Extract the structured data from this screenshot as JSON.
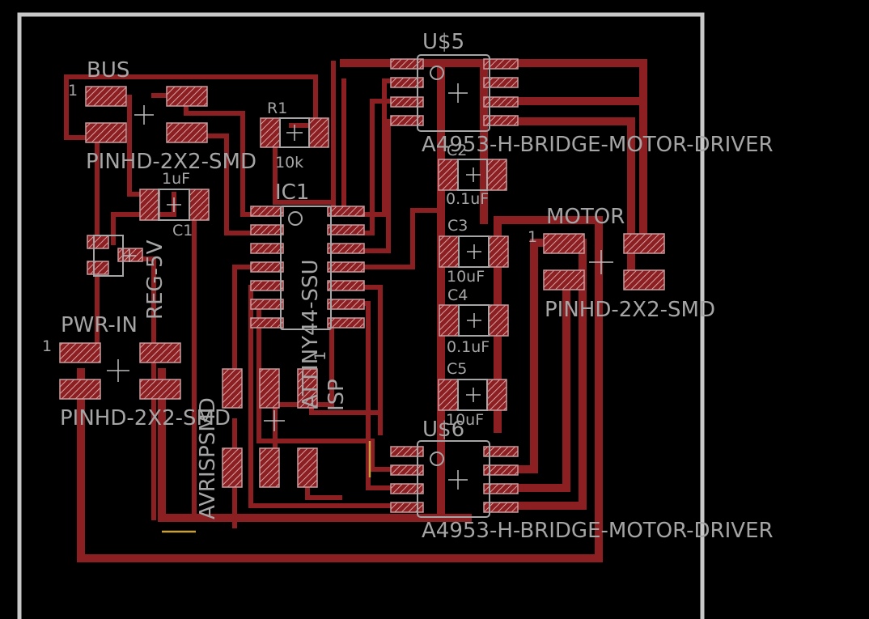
{
  "colors": {
    "background": "#000000",
    "board_edge": "#c8c8c8",
    "copper": "#8c1f22",
    "pad_hatch": "#c89a9c",
    "silkscreen": "#a5a5a5",
    "stray": "#c8a040"
  },
  "components": {
    "bus": {
      "name": "BUS",
      "value": "PINHD-2X2-SMD",
      "pin1": "1"
    },
    "r1": {
      "name": "R1",
      "value": "10k"
    },
    "c1": {
      "name": "C1",
      "value": "1uF"
    },
    "reg": {
      "name": "REG-5V"
    },
    "pwr": {
      "name": "PWR-IN",
      "value": "PINHD-2X2-SMD",
      "pin1": "1"
    },
    "ic1": {
      "name": "IC1",
      "value": "ATTINY44-SSU"
    },
    "isp": {
      "name": "ISP",
      "value": "AVRISPSMD",
      "pin1": "1"
    },
    "u5": {
      "name": "U$5",
      "value": "A4953-H-BRIDGE-MOTOR-DRIVER"
    },
    "u6": {
      "name": "U$6",
      "value": "A4953-H-BRIDGE-MOTOR-DRIVER"
    },
    "c2": {
      "name": "C2",
      "value": "0.1uF"
    },
    "c3": {
      "name": "C3",
      "value": "10uF"
    },
    "c4": {
      "name": "C4",
      "value": "0.1uF"
    },
    "c5": {
      "name": "C5",
      "value": "10uF"
    },
    "motor": {
      "name": "MOTOR",
      "value": "PINHD-2X2-SMD",
      "pin1": "1"
    }
  }
}
